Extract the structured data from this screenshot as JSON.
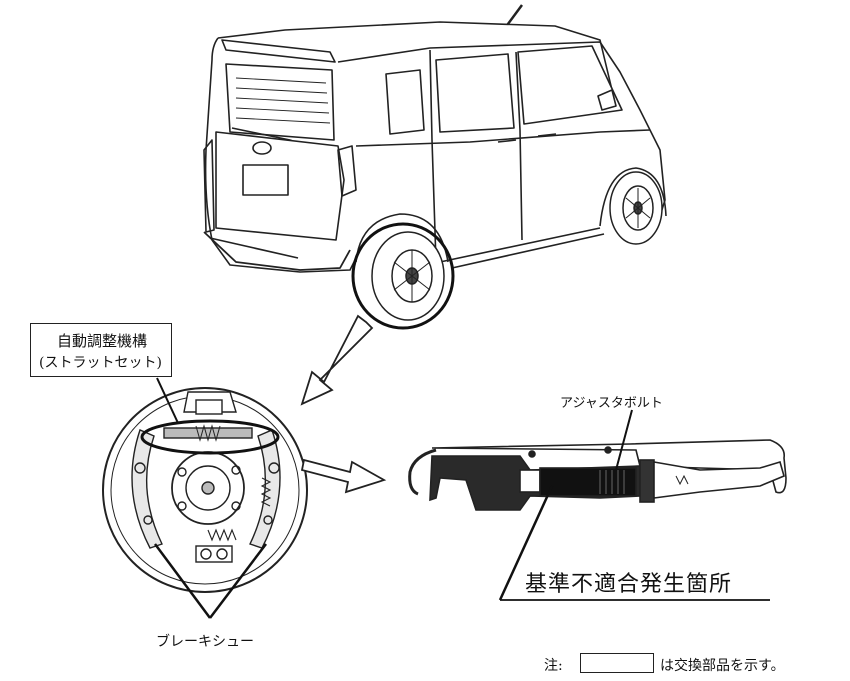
{
  "labels": {
    "mechanism_line1": "自動調整機構",
    "mechanism_line2": "(ストラットセット)",
    "adjust_bolt": "アジャスタボルト",
    "defect_location": "基準不適合発生箇所",
    "brake_shoe": "ブレーキシュー",
    "note_prefix": "注:",
    "note_suffix": "は交換部品を示す。"
  },
  "icons": {
    "vehicle": "minivan-rear-quarter-illustration",
    "drum": "rear-drum-brake-assembly-illustration",
    "strut": "auto-adjuster-strut-illustration"
  },
  "colors": {
    "line": "#222222",
    "highlight_box": "#222222",
    "strut_body": "#1a1a1a"
  }
}
